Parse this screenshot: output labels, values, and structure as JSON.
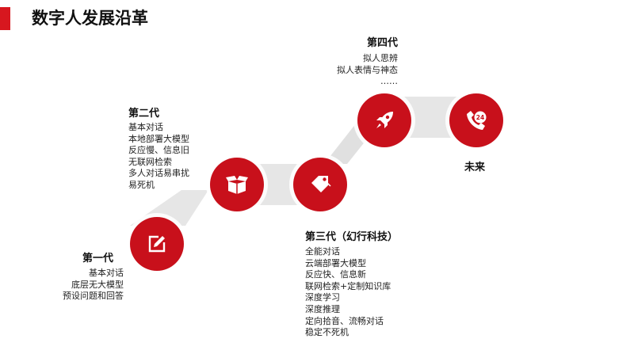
{
  "page": {
    "title": "数字人发展沿革"
  },
  "colors": {
    "accent": "#c8101b",
    "band": "#e6e6e6"
  },
  "stages": [
    {
      "title": "第一代",
      "icon": "edit-icon",
      "items": [
        "基本对话",
        "底层无大模型",
        "预设问题和回答"
      ]
    },
    {
      "title": "第二代",
      "icon": "open-box-icon",
      "items": [
        "基本对话",
        "本地部署大模型",
        "反应慢、信息旧",
        "无联网检索",
        "多人对话易串扰",
        "易死机"
      ]
    },
    {
      "title": "第三代（幻行科技）",
      "icon": "price-tag-icon",
      "items": [
        "全能对话",
        "云端部署大模型",
        "反应快、信息新",
        "联网检索+定制知识库",
        "深度学习",
        "深度推理",
        "定向拾音、流畅对话",
        "稳定不死机"
      ]
    },
    {
      "title": "第四代",
      "icon": "rocket-icon",
      "items": [
        "拟人思辨",
        "拟人表情与神态",
        "……"
      ]
    },
    {
      "title": "未来",
      "icon": "phone-24-icon",
      "badge": "24",
      "items": []
    }
  ]
}
